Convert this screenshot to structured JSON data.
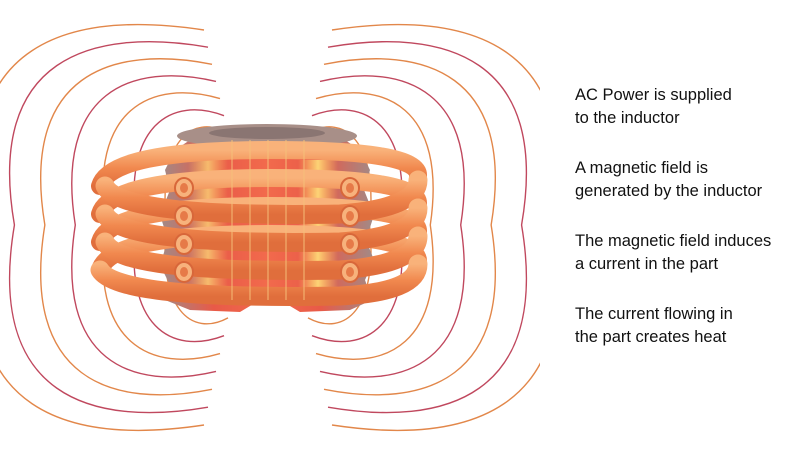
{
  "colors": {
    "field_line_outer": "#c0485e",
    "field_line_inner": "#e2874a",
    "coil": "#f39a5c",
    "coil_inner": "#f7b97a",
    "part_gray": "#9c8a86",
    "part_hot": "#f05a3c",
    "part_glow": "#ffd86a"
  },
  "captions": [
    "AC Power is supplied\nto the inductor",
    "A magnetic field is\ngenerated by the inductor",
    "The magnetic field induces\na current in the part",
    "The current flowing in\nthe part creates heat"
  ]
}
